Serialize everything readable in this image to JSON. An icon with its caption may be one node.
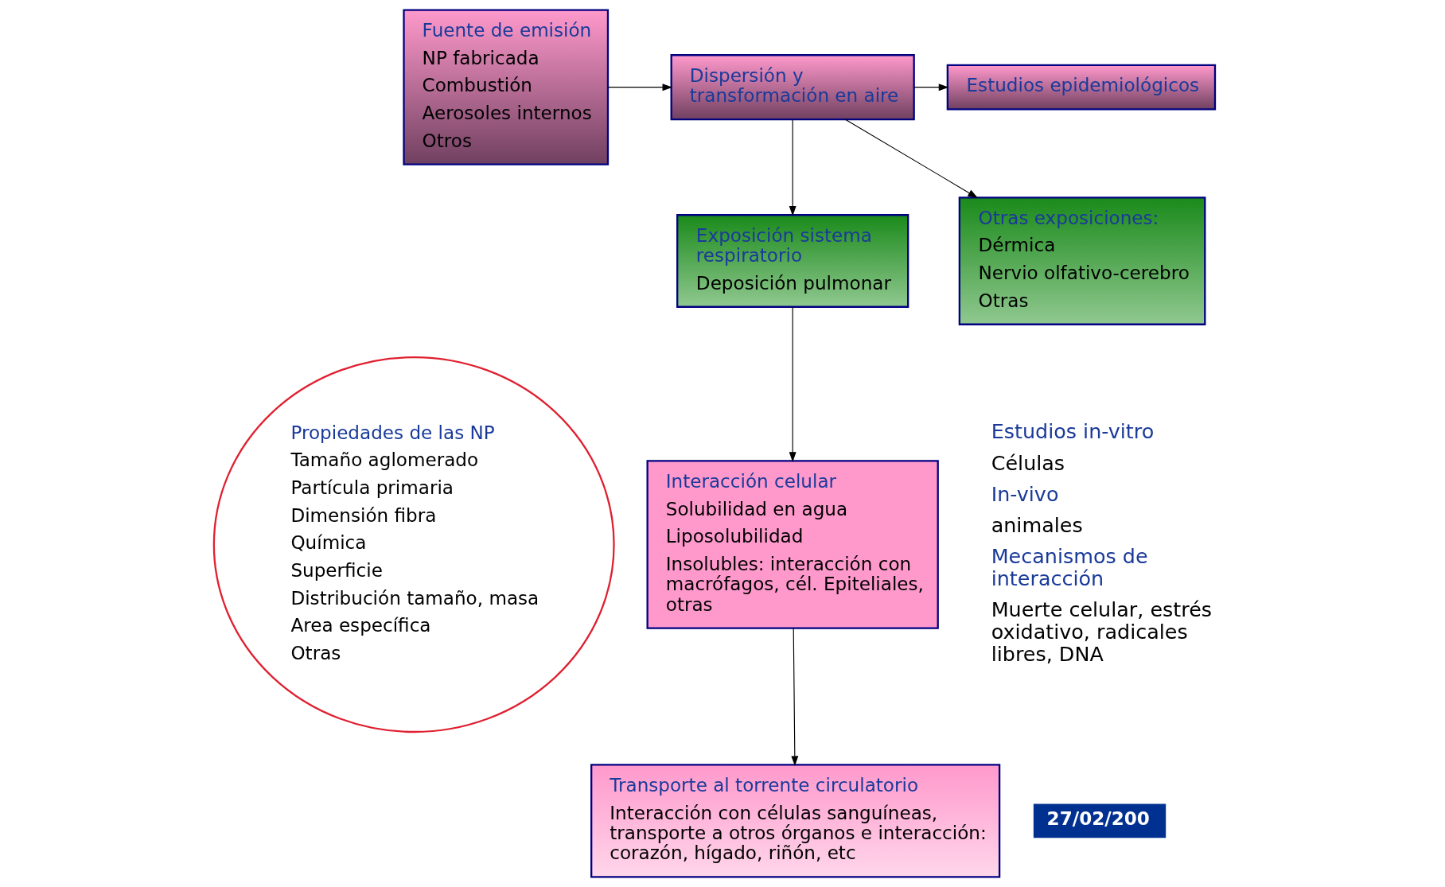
{
  "diagram": {
    "nodes": [
      {
        "text": [
          "Fuente de emisión",
          "NP fabricada",
          "Combustión",
          "Aerosoles internos",
          "Otros"
        ]
      },
      {
        "text": [
          "Dispersión y transformación en aire"
        ]
      },
      {
        "text": [
          "Estudios epidemiológicos"
        ]
      },
      {
        "text": [
          "Exposición sistema respiratorio",
          "Deposición pulmonar"
        ]
      },
      {
        "text": [
          "Otras exposiciones:",
          "Dérmica",
          "Nervio olfativo-cerebro",
          "Otras"
        ]
      },
      {
        "text": [
          "Propiedades de las NP",
          "Tamaño aglomerado",
          "Partícula primaria",
          "Dimensión fibra",
          "Química",
          "Superficie",
          "Distribución tamaño, masa",
          "Area específica",
          "Otras"
        ]
      },
      {
        "text": [
          "Interacción celular",
          "Solubilidad en agua",
          "Liposolubilidad",
          "Insolubles: interacción con macrófagos, cél. Epiteliales, otras"
        ]
      },
      {
        "text": [
          "Transporte al torrente circulatorio",
          "Interacción con células sanguíneas, transporte a otros órganos e interacción: corazón, hígado, riñón, etc"
        ]
      }
    ],
    "edges": [
      {
        "from": 0,
        "to": 1,
        "arrow": "to"
      },
      {
        "from": 1,
        "to": 2,
        "arrow": "to"
      },
      {
        "from": 1,
        "to": 4,
        "arrow": "to"
      },
      {
        "from": 1,
        "to": 3,
        "arrow": "to"
      },
      {
        "from": 3,
        "to": 6,
        "arrow": "to"
      },
      {
        "from": 6,
        "to": 7,
        "arrow": "to"
      }
    ],
    "labels": [
      "Estudios in-vitro",
      "Células",
      "In-vivo",
      "animales",
      "Mecanismos de interacción",
      "Muerte celular, estrés oxidativo, radicales libres, DNA",
      "27/02/200"
    ]
  }
}
